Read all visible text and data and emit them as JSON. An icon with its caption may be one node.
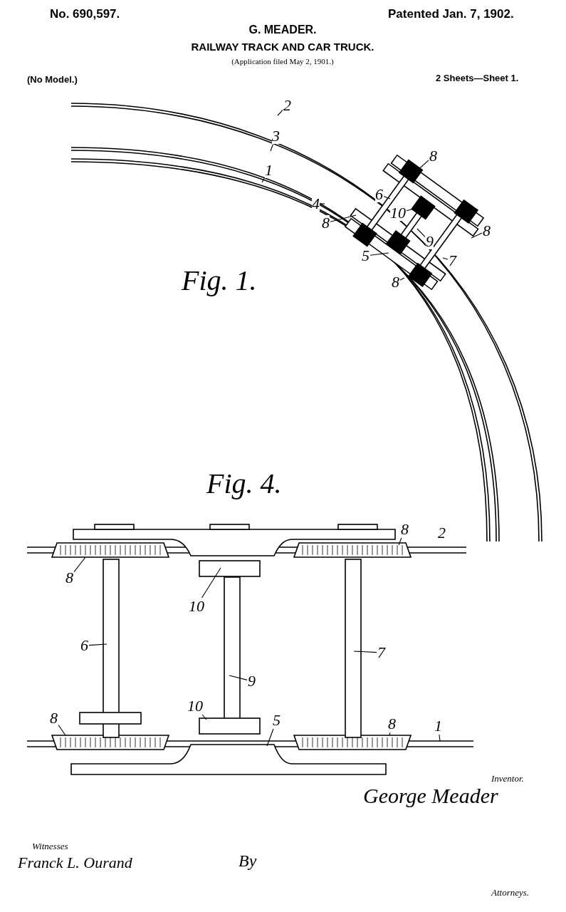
{
  "diagram": {
    "title": "RAILWAY TRACK AND CAR TRUCK.",
    "nodes": [
      {
        "text": [
          "2"
        ]
      },
      {
        "text": [
          "3"
        ]
      },
      {
        "text": [
          "1"
        ]
      },
      {
        "text": [
          "4"
        ]
      },
      {
        "text": [
          "8"
        ]
      },
      {
        "text": [
          "6"
        ]
      },
      {
        "text": [
          "8"
        ]
      },
      {
        "text": [
          "10"
        ]
      },
      {
        "text": [
          "9"
        ]
      },
      {
        "text": [
          "8"
        ]
      },
      {
        "text": [
          "5"
        ]
      },
      {
        "text": [
          "7"
        ]
      },
      {
        "text": [
          "8"
        ]
      },
      {
        "text": [
          "8"
        ]
      },
      {
        "text": [
          "2"
        ]
      },
      {
        "text": [
          "8"
        ]
      },
      {
        "text": [
          "10"
        ]
      },
      {
        "text": [
          "6"
        ]
      },
      {
        "text": [
          "7"
        ]
      },
      {
        "text": [
          "9"
        ]
      },
      {
        "text": [
          "10"
        ]
      },
      {
        "text": [
          "8"
        ]
      },
      {
        "text": [
          "5"
        ]
      },
      {
        "text": [
          "8"
        ]
      },
      {
        "text": [
          "1"
        ]
      }
    ],
    "edges": [
      {
        "from": 0,
        "to": null,
        "arrow": "none"
      },
      {
        "from": 1,
        "to": null,
        "arrow": "none"
      },
      {
        "from": 2,
        "to": null,
        "arrow": "none"
      },
      {
        "from": 3,
        "to": null,
        "arrow": "none"
      },
      {
        "from": 4,
        "to": null,
        "arrow": "none"
      },
      {
        "from": 5,
        "to": null,
        "arrow": "none"
      },
      {
        "from": 6,
        "to": null,
        "arrow": "none"
      },
      {
        "from": 7,
        "to": null,
        "arrow": "none"
      },
      {
        "from": 8,
        "to": null,
        "arrow": "none"
      },
      {
        "from": 9,
        "to": null,
        "arrow": "none"
      },
      {
        "from": 10,
        "to": null,
        "arrow": "none"
      },
      {
        "from": 11,
        "to": null,
        "arrow": "none"
      },
      {
        "from": 12,
        "to": null,
        "arrow": "none"
      },
      {
        "from": 13,
        "to": null,
        "arrow": "none"
      },
      {
        "from": 15,
        "to": null,
        "arrow": "none"
      },
      {
        "from": 16,
        "to": null,
        "arrow": "none"
      },
      {
        "from": 17,
        "to": null,
        "arrow": "none"
      },
      {
        "from": 18,
        "to": null,
        "arrow": "none"
      },
      {
        "from": 19,
        "to": null,
        "arrow": "none"
      },
      {
        "from": 20,
        "to": null,
        "arrow": "none"
      },
      {
        "from": 21,
        "to": null,
        "arrow": "none"
      },
      {
        "from": 22,
        "to": null,
        "arrow": "none"
      },
      {
        "from": 23,
        "to": null,
        "arrow": "none"
      },
      {
        "from": 24,
        "to": null,
        "arrow": "none"
      }
    ],
    "labels": [
      "No. 690,597.",
      "Patented Jan. 7, 1902.",
      "G. MEADER.",
      "(Application filed May 2, 1901.)",
      "(No Model.)",
      "2 Sheets—Sheet 1.",
      "Fig. 1.",
      "Fig. 4.",
      "Inventor.",
      "George Meader",
      "Witnesses",
      "Franck L. Ourand",
      "By",
      "Attorneys."
    ]
  }
}
